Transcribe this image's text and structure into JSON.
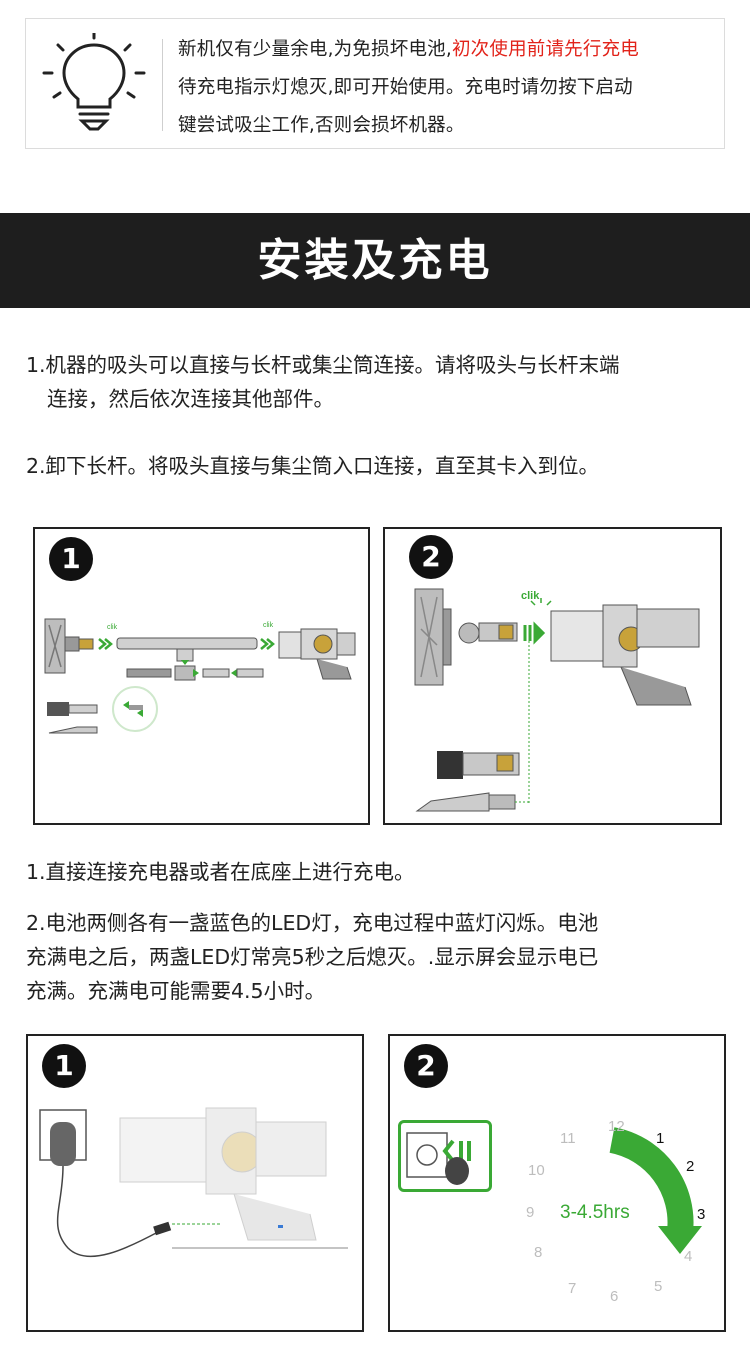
{
  "notice": {
    "line1_a": "新机仅有少量余电,为免损坏电池,",
    "line1_b": "初次使用前请先行充电",
    "line2": "待充电指示灯熄灭,即可开始使用。充电时请勿按下启动",
    "line3": "键尝试吸尘工作,否则会损坏机器。",
    "accent_color": "#e2231a",
    "icon": "lightbulb-icon"
  },
  "section": {
    "title": "安装及充电"
  },
  "install": {
    "step1_a": "1.机器的吸头可以直接与长杆或集尘筒连接。请将吸头与长杆末端",
    "step1_b": "连接，然后依次连接其他部件。",
    "step2": "2.卸下长杆。将吸头直接与集尘筒入口连接，直至其卡入到位。"
  },
  "panels": {
    "p1_badge": "1",
    "p2_badge": "2",
    "clik": "clik",
    "p3_badge": "1",
    "p4_badge": "2"
  },
  "charge": {
    "step1": "1.直接连接充电器或者在底座上进行充电。",
    "step2_a": "2.电池两侧各有一盏蓝色的LED灯，充电过程中蓝灯闪烁。电池",
    "step2_b": "充满电之后，两盏LED灯常亮5秒之后熄灭。.显示屏会显示电已",
    "step2_c": "充满。充满电可能需要4.5小时。"
  },
  "clock": {
    "n12": "12",
    "n1": "1",
    "n2": "2",
    "n3": "3",
    "n4": "4",
    "n5": "5",
    "n6": "6",
    "n7": "7",
    "n8": "8",
    "n9": "9",
    "n10": "10",
    "n11": "11",
    "duration": "3-4.5hrs",
    "accent_color": "#3aa935"
  }
}
